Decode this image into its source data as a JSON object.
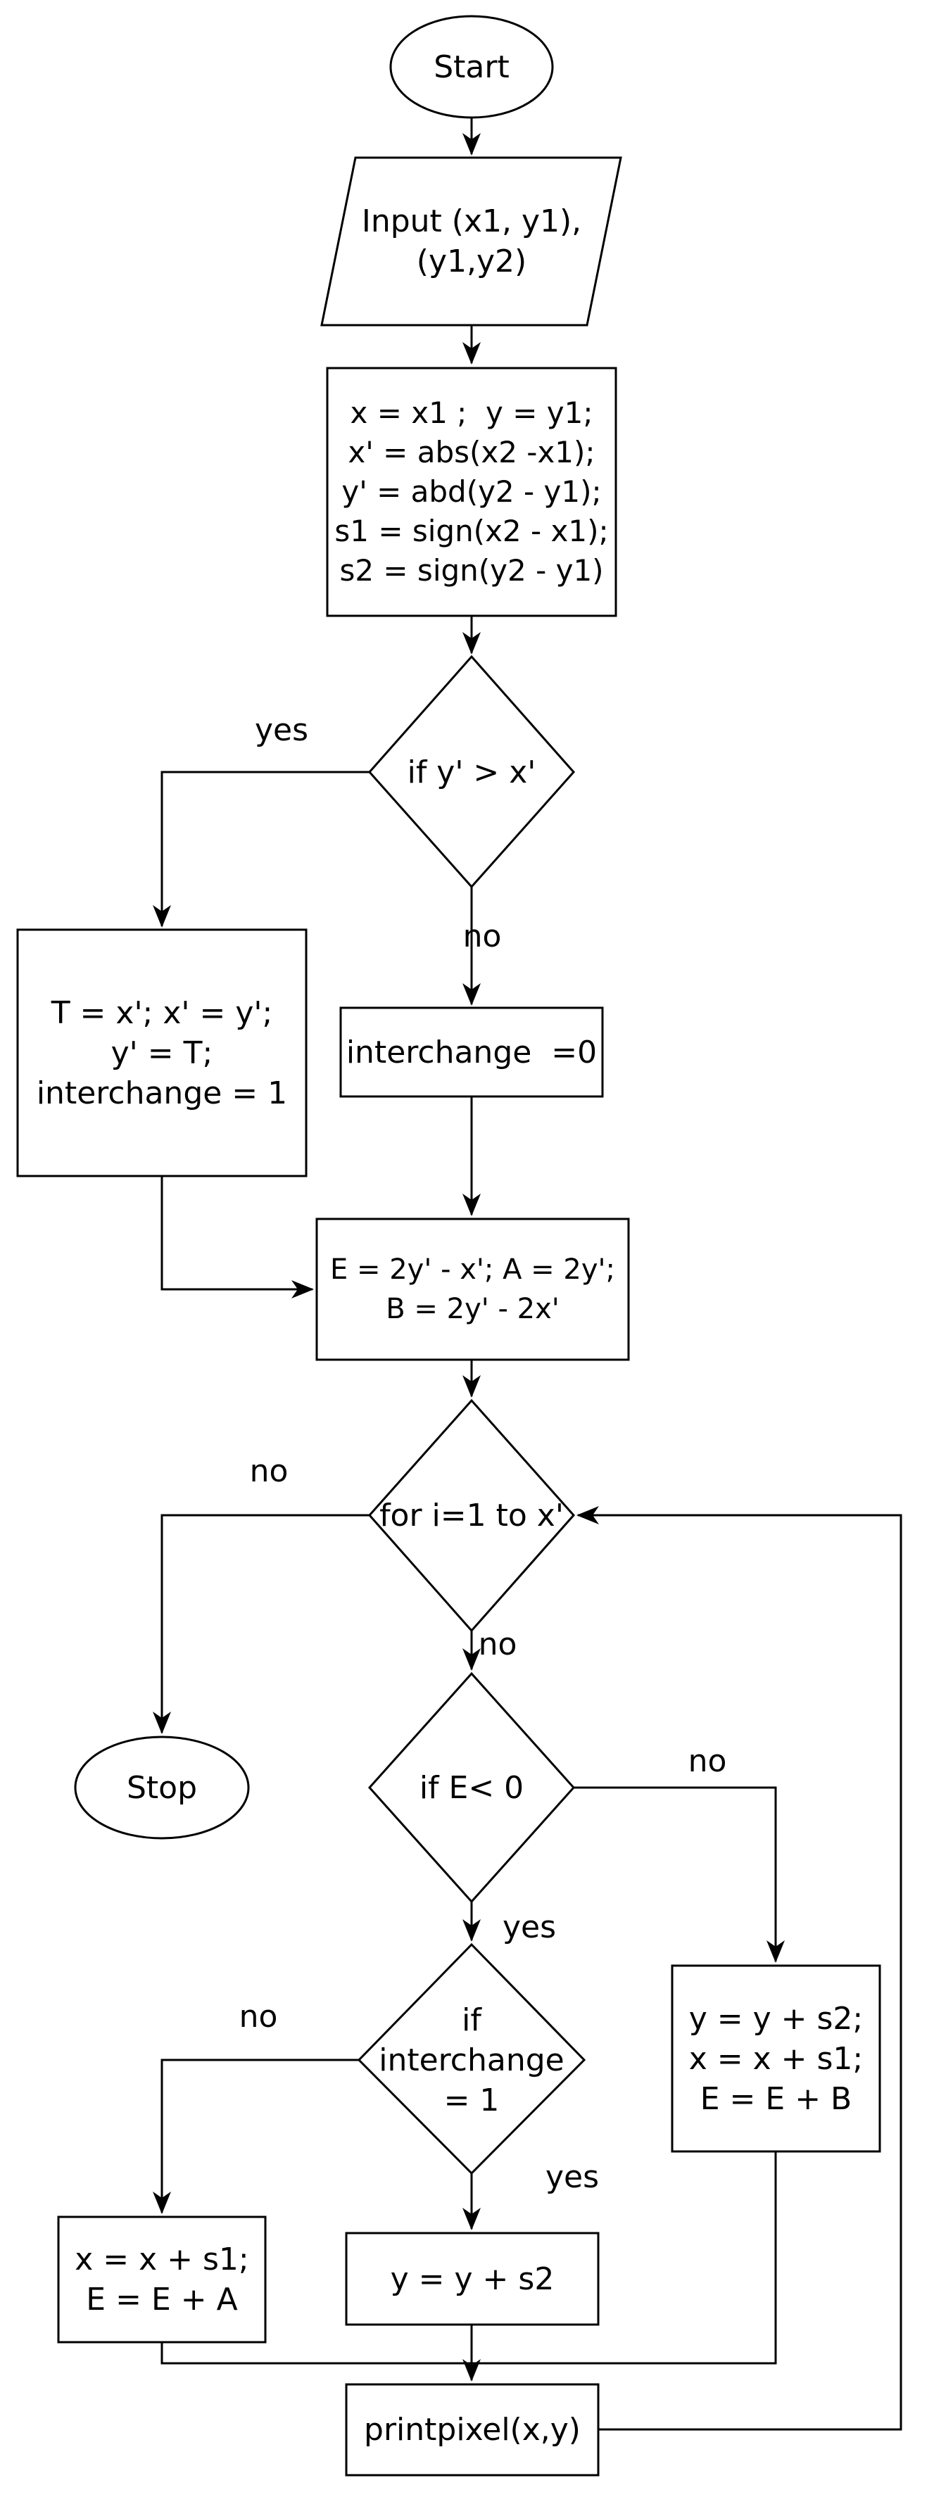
{
  "page": {
    "background": "#ffffff",
    "line_color": "#000000",
    "diagram_type": "flowchart"
  },
  "nodes": {
    "start": "Start",
    "input": "Input (x1, y1),\n(y1,y2)",
    "init": "x = x1 ;  y = y1;\nx' = abs(x2 -x1);\ny' = abd(y2 - y1);\ns1 = sign(x2 - x1);\ns2 = sign(y2 - y1)",
    "swap_check": "if y' > x'",
    "swap": "T = x'; x' = y';\ny' = T;\ninterchange = 1",
    "no_swap": "interchange  =0",
    "init_e": "E = 2y' - x'; A = 2y';\nB = 2y' - 2x'",
    "loop": "for i=1 to x'",
    "stop": "Stop",
    "e_check": "if E< 0",
    "interchange_check": "if\ninterchange\n= 1",
    "step_diagonal": "y = y + s2;\nx = x + s1;\nE = E + B",
    "step_x": "x = x + s1;\nE = E + A",
    "step_y": "y = y + s2",
    "print": "printpixel(x,y)"
  },
  "edge_labels": {
    "swap_yes": "yes",
    "swap_no": "no",
    "loop_exit": "no",
    "loop_continue": "no",
    "e_check_no": "no",
    "e_check_yes": "yes",
    "interchange_no": "no",
    "interchange_yes": "yes"
  }
}
